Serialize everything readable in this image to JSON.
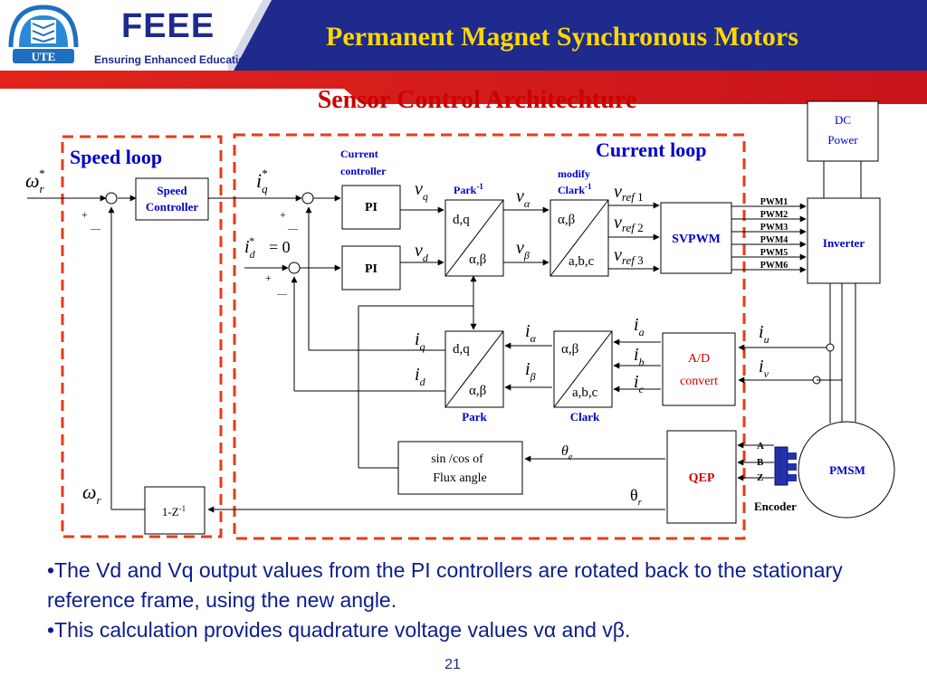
{
  "header": {
    "title": "Permanent Magnet Synchronous Motors",
    "brand": "FEEE",
    "tagline": "Ensuring Enhanced Education",
    "logo_text": "UTE"
  },
  "subtitle": "Sensor Control Architechture",
  "diagram": {
    "speed_loop_label": "Speed loop",
    "current_loop_label": "Current loop",
    "speed_controller": [
      "Speed",
      "Controller"
    ],
    "current_controller_caption": [
      "Current",
      "controller"
    ],
    "pi_label": "PI",
    "park_inverse_label": "Park",
    "clark_inverse_label": [
      "modify",
      "Clark"
    ],
    "inverse_sup": "-1",
    "park_label": "Park",
    "clark_label": "Clark",
    "dq": "d,q",
    "ab": "α,β",
    "abc": "a,b,c",
    "svpwm": "SVPWM",
    "pwm": [
      "PWM1",
      "PWM2",
      "PWM3",
      "PWM4",
      "PWM5",
      "PWM6"
    ],
    "inverter": "Inverter",
    "dc_power": [
      "DC",
      "Power"
    ],
    "ad_convert": [
      "A/D",
      "convert"
    ],
    "qep": "QEP",
    "pmsm": "PMSM",
    "encoder": "Encoder",
    "encoder_channels": [
      "A",
      "B",
      "Z"
    ],
    "flux_block": [
      "sin /cos of",
      "Flux angle"
    ],
    "delay_block": "1-Z",
    "id_ref_value": "= 0",
    "plus": "+",
    "minus": "—"
  },
  "bullets": [
    "•The Vd and Vq output values from the PI controllers are rotated back to the stationary reference frame, using the new angle.",
    "•This calculation provides quadrature voltage values vα and vβ."
  ],
  "page_number": "21",
  "colors": {
    "header_blue": "#1e2a8c",
    "header_red": "#cc0000",
    "title_yellow": "#ffd700",
    "loop_border": "#e83a1a",
    "blue_text": "#0000cc",
    "bullet_text": "#0b1e8c"
  }
}
